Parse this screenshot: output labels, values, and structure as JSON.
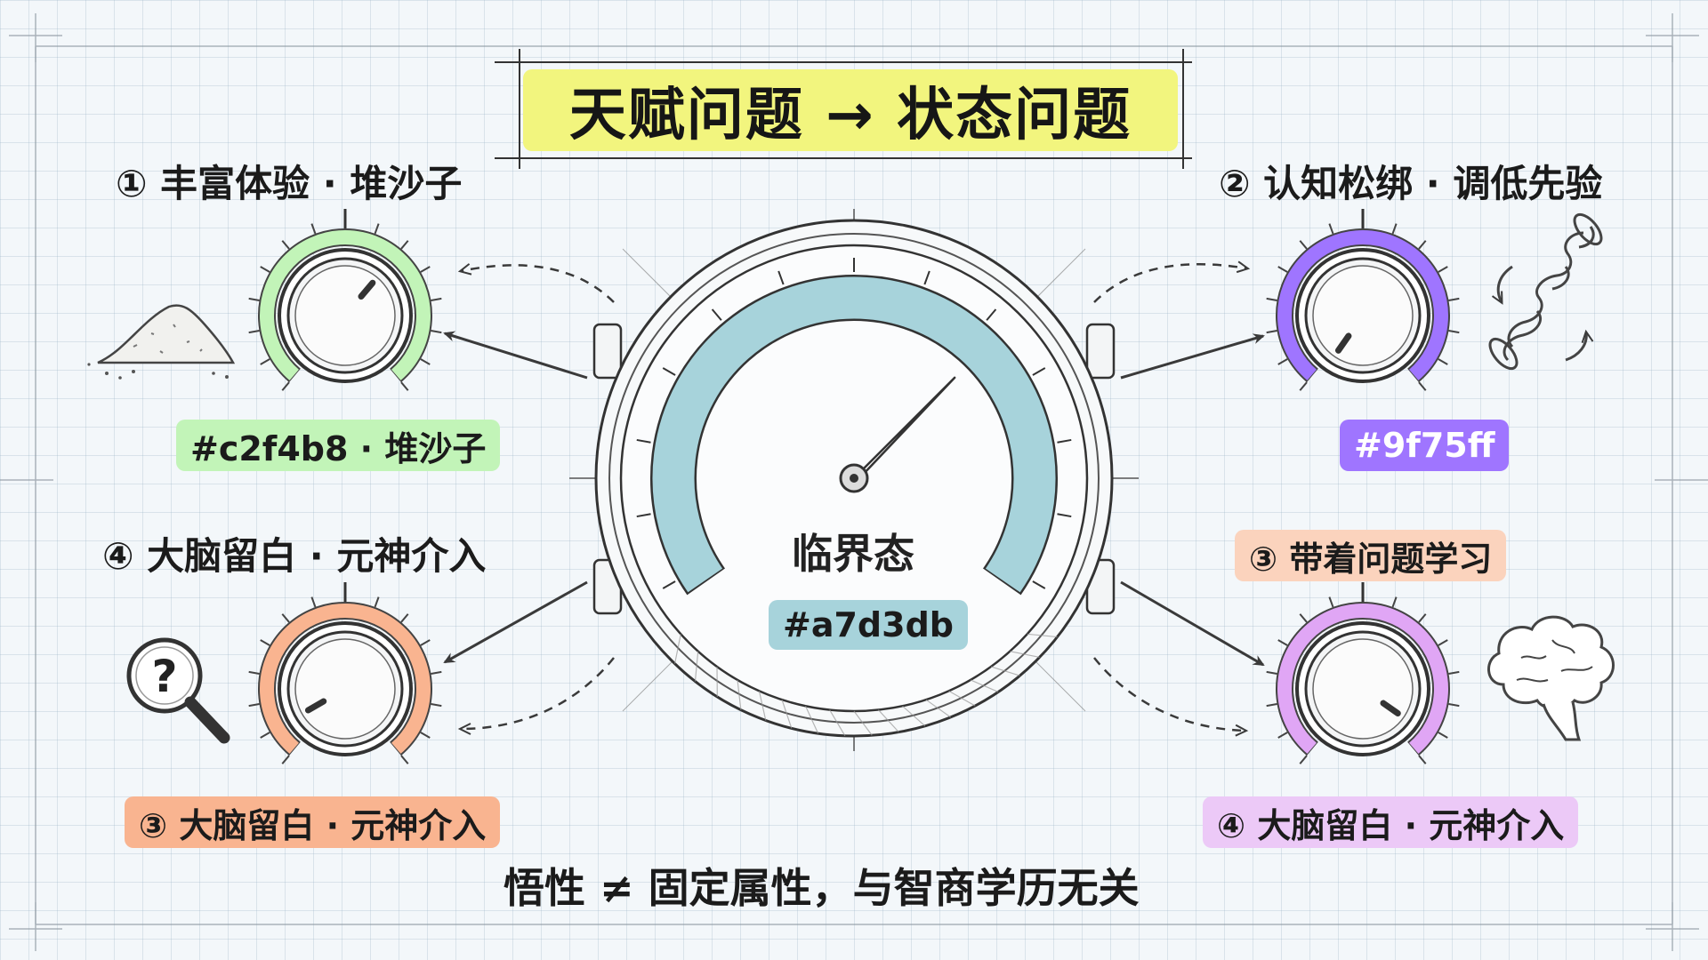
{
  "title": "天赋问题 → 状态问题",
  "center": {
    "label": "临界态",
    "tag": "#a7d3db",
    "color": "#a7d3db"
  },
  "knobs": [
    {
      "id": "top-left",
      "heading": "① 丰富体验 · 堆沙子",
      "tag": "#c2f4b8 · 堆沙子",
      "color": "#c2f4b8",
      "icon": "sand-pile-icon"
    },
    {
      "id": "top-right",
      "heading": "② 认知松绑 · 调低先验",
      "tag": "#9f75ff",
      "color": "#9f75ff",
      "icon": "spring-icon"
    },
    {
      "id": "bottom-left",
      "heading": "④ 大脑留白 · 元神介入",
      "tag": "③ 大脑留白 · 元神介入",
      "color": "#f9b490",
      "icon": "magnifier-question-icon"
    },
    {
      "id": "bottom-right",
      "heading": "③ 带着问题学习",
      "tag": "④ 大脑留白 · 元神介入",
      "color": "#e0a6f5",
      "icon": "brain-icon"
    }
  ],
  "footer": "悟性 ≠ 固定属性，与智商学历无关",
  "colors": {
    "title_bg": "#f2f57e",
    "heading_tag_bg": "#fbd3bd",
    "bottom_left_tag_bg": "#f9b490",
    "bottom_right_tag_bg": "#ecc9f7",
    "line": "#3a3a3a"
  }
}
